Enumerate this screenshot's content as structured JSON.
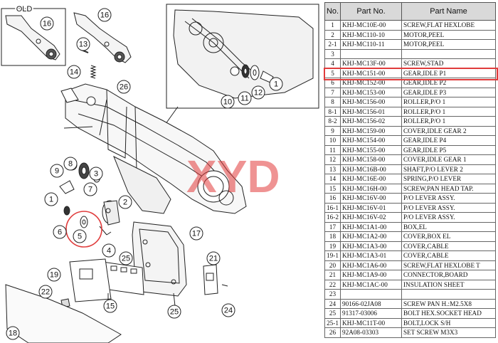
{
  "old_label": "OLD",
  "watermark": "XYD",
  "callouts": [
    "16",
    "16",
    "13",
    "14",
    "26",
    "10",
    "11",
    "12",
    "1",
    "9",
    "8",
    "7",
    "1",
    "3",
    "2",
    "6",
    "5",
    "4",
    "25",
    "17",
    "19",
    "22",
    "21",
    "15",
    "24",
    "25",
    "18"
  ],
  "table": {
    "headers": {
      "no": "No.",
      "part_no": "Part No.",
      "part_name": "Part Name"
    },
    "highlighted_row": "5",
    "rows": [
      {
        "no": "1",
        "part_no": "KHJ-MC10E-00",
        "part_name": "SCREW,FLAT HEXLOBE"
      },
      {
        "no": "2",
        "part_no": "KHJ-MC110-10",
        "part_name": "MOTOR,PEEL"
      },
      {
        "no": "2-1",
        "part_no": "KHJ-MC110-11",
        "part_name": "MOTOR,PEEL"
      },
      {
        "no": "3",
        "part_no": "",
        "part_name": ""
      },
      {
        "no": "4",
        "part_no": "KHJ-MC13F-00",
        "part_name": "SCREW,STAD"
      },
      {
        "no": "5",
        "part_no": "KHJ-MC151-00",
        "part_name": "GEAR,IDLE P1"
      },
      {
        "no": "6",
        "part_no": "KHJ-MC152-00",
        "part_name": "GEAR,IDLE P2"
      },
      {
        "no": "7",
        "part_no": "KHJ-MC153-00",
        "part_name": "GEAR,IDLE P3"
      },
      {
        "no": "8",
        "part_no": "KHJ-MC156-00",
        "part_name": "ROLLER,P/O 1"
      },
      {
        "no": "8-1",
        "part_no": "KHJ-MC156-01",
        "part_name": "ROLLER,P/O 1"
      },
      {
        "no": "8-2",
        "part_no": "KHJ-MC156-02",
        "part_name": "ROLLER,P/O 1"
      },
      {
        "no": "9",
        "part_no": "KHJ-MC159-00",
        "part_name": "COVER,IDLE GEAR 2"
      },
      {
        "no": "10",
        "part_no": "KHJ-MC154-00",
        "part_name": "GEAR,IDLE P4"
      },
      {
        "no": "11",
        "part_no": "KHJ-MC155-00",
        "part_name": "GEAR,IDLE P5"
      },
      {
        "no": "12",
        "part_no": "KHJ-MC158-00",
        "part_name": "COVER,IDLE GEAR 1"
      },
      {
        "no": "13",
        "part_no": "KHJ-MC16B-00",
        "part_name": "SHAFT,P/O LEVER 2"
      },
      {
        "no": "14",
        "part_no": "KHJ-MC16E-00",
        "part_name": "SPRING,P/O LEVER"
      },
      {
        "no": "15",
        "part_no": "KHJ-MC16H-00",
        "part_name": "SCREW,PAN HEAD TAP."
      },
      {
        "no": "16",
        "part_no": "KHJ-MC16V-00",
        "part_name": "P/O LEVER ASSY."
      },
      {
        "no": "16-1",
        "part_no": "KHJ-MC16V-01",
        "part_name": "P/O LEVER ASSY."
      },
      {
        "no": "16-2",
        "part_no": "KHJ-MC16V-02",
        "part_name": "P/O LEVER ASSY."
      },
      {
        "no": "17",
        "part_no": "KHJ-MC1A1-00",
        "part_name": "BOX,EL"
      },
      {
        "no": "18",
        "part_no": "KHJ-MC1A2-00",
        "part_name": "COVER,BOX EL"
      },
      {
        "no": "19",
        "part_no": "KHJ-MC1A3-00",
        "part_name": "COVER,CABLE"
      },
      {
        "no": "19-1",
        "part_no": "KHJ-MC1A3-01",
        "part_name": "COVER,CABLE"
      },
      {
        "no": "20",
        "part_no": "KHJ-MC1A6-00",
        "part_name": "SCREW,FLAT HEXLOBE T"
      },
      {
        "no": "21",
        "part_no": "KHJ-MC1A9-00",
        "part_name": "CONNECTOR,BOARD"
      },
      {
        "no": "22",
        "part_no": "KHJ-MC1AC-00",
        "part_name": "INSULATION SHEET"
      },
      {
        "no": "23",
        "part_no": "",
        "part_name": ""
      },
      {
        "no": "24",
        "part_no": "90166-02JA08",
        "part_name": "SCREW PAN H.:M2.5X8"
      },
      {
        "no": "25",
        "part_no": "91317-03006",
        "part_name": "BOLT HEX.SOCKET HEAD"
      },
      {
        "no": "25-1",
        "part_no": "KHJ-MC11T-00",
        "part_name": "BOLT,LOCK S/H"
      },
      {
        "no": "26",
        "part_no": "92A08-03303",
        "part_name": "SET SCREW  M3X3"
      }
    ]
  }
}
